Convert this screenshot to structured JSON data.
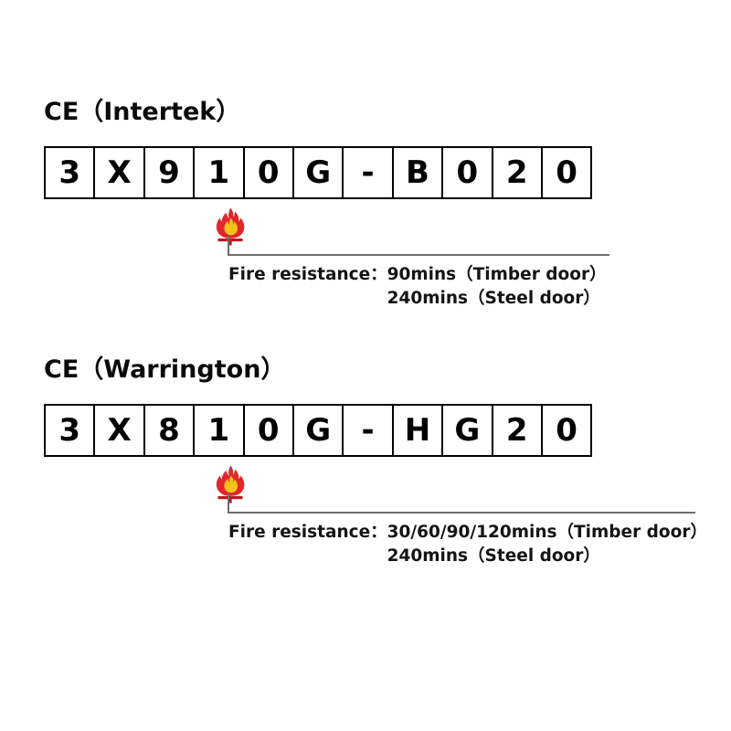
{
  "page": {
    "background": "#ffffff",
    "text_color": "#111111",
    "leader_line_color": "#6e6e6e",
    "box_border_color": "#000000"
  },
  "flame_icon": {
    "name": "fire-icon",
    "outer_color": "#E1262C",
    "inner_color": "#F5C21A",
    "base_color": "#C0151B"
  },
  "sections": [
    {
      "id": "intertek",
      "title": "CE（Intertek）",
      "code_characters": [
        "3",
        "X",
        "9",
        "1",
        "0",
        "G",
        "-",
        "B",
        "0",
        "2",
        "0"
      ],
      "marker_index": 3,
      "leader_width": 418,
      "annotation": {
        "label": "Fire resistance：",
        "line1_value": "90mins（Timber door）",
        "line2_value": "240mins（Steel door）"
      }
    },
    {
      "id": "warrington",
      "title": "CE（Warrington）",
      "code_characters": [
        "3",
        "X",
        "8",
        "1",
        "0",
        "G",
        "-",
        "H",
        "G",
        "2",
        "0"
      ],
      "marker_index": 3,
      "leader_width": 512,
      "annotation": {
        "label": "Fire resistance：",
        "line1_value": "30/60/90/120mins（Timber door）",
        "line2_value": "240mins（Steel door）"
      }
    }
  ]
}
